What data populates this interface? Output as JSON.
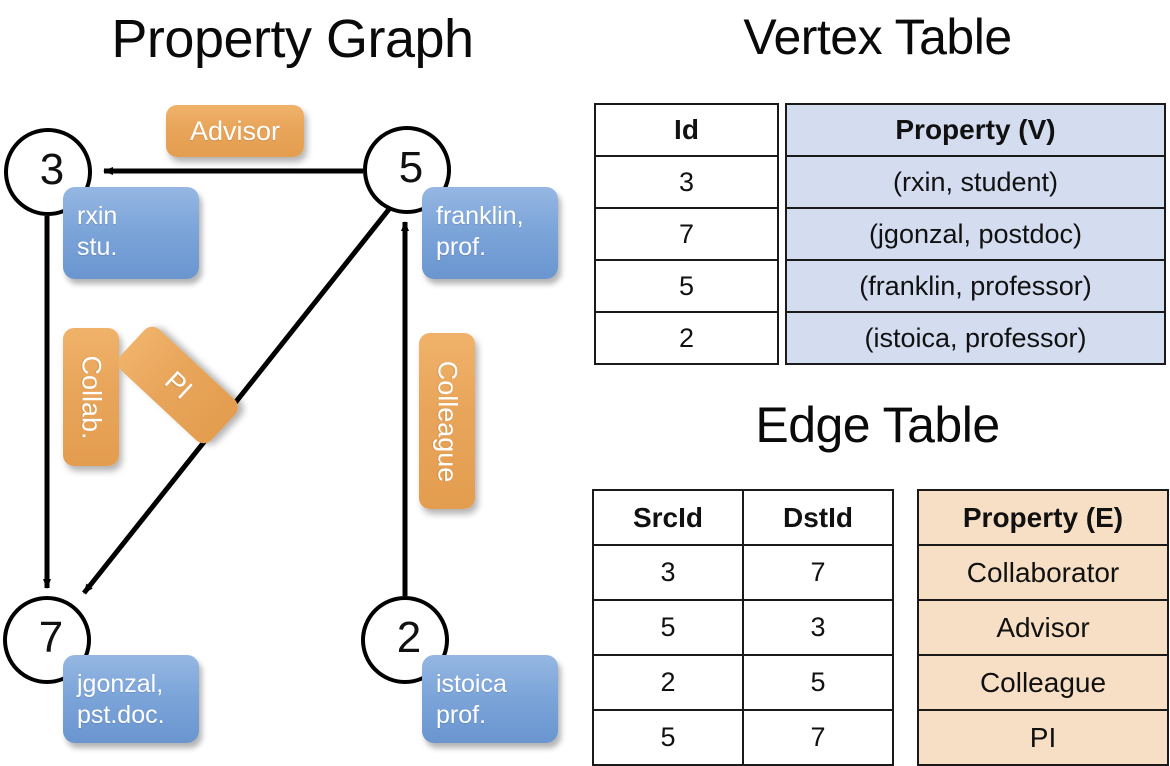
{
  "titles": {
    "property_graph": "Property Graph",
    "vertex_table": "Vertex Table",
    "edge_table": "Edge Table"
  },
  "graph": {
    "nodes": [
      {
        "id": "3",
        "property": "rxin\nstu.",
        "line1": "rxin",
        "line2": "stu."
      },
      {
        "id": "5",
        "property": "franklin, prof.",
        "line1": "franklin,",
        "line2": "prof."
      },
      {
        "id": "7",
        "property": "jgonzal, pst.doc.",
        "line1": "jgonzal,",
        "line2": "pst.doc."
      },
      {
        "id": "2",
        "property": "istoica prof.",
        "line1": "istoica",
        "line2": "prof."
      }
    ],
    "edge_labels": [
      {
        "key": "advisor",
        "label": "Advisor",
        "from": "5",
        "to": "3"
      },
      {
        "key": "collab",
        "label": "Collab.",
        "from": "3",
        "to": "7"
      },
      {
        "key": "pi",
        "label": "PI",
        "from": "5",
        "to": "7"
      },
      {
        "key": "colleague",
        "label": "Colleague",
        "from": "2",
        "to": "5"
      }
    ]
  },
  "vertex_table": {
    "headers": {
      "id": "Id",
      "property": "Property (V)"
    },
    "rows": [
      {
        "id": "3",
        "property": "(rxin, student)"
      },
      {
        "id": "7",
        "property": "(jgonzal, postdoc)"
      },
      {
        "id": "5",
        "property": "(franklin, professor)"
      },
      {
        "id": "2",
        "property": "(istoica, professor)"
      }
    ]
  },
  "edge_table": {
    "headers": {
      "src": "SrcId",
      "dst": "DstId",
      "property": "Property (E)"
    },
    "rows": [
      {
        "src": "3",
        "dst": "7",
        "property": "Collaborator"
      },
      {
        "src": "5",
        "dst": "3",
        "property": "Advisor"
      },
      {
        "src": "2",
        "dst": "5",
        "property": "Colleague"
      },
      {
        "src": "5",
        "dst": "7",
        "property": "PI"
      }
    ]
  },
  "colors": {
    "vertex_header_fill": "#d3ddef",
    "edge_header_fill": "#f7dfc5",
    "node_property_box": "#7ba4d9",
    "edge_label_box": "#e8a55a",
    "stroke": "#000000",
    "background": "#ffffff"
  }
}
